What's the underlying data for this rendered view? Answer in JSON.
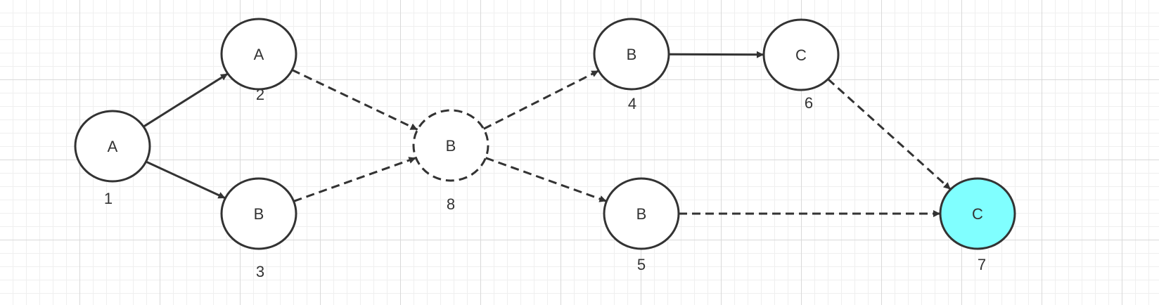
{
  "diagram": {
    "nodes": [
      {
        "id": "1",
        "label": "A",
        "number": "1",
        "style": "solid",
        "fill": "#ffffff"
      },
      {
        "id": "2",
        "label": "A",
        "number": "2",
        "style": "solid",
        "fill": "#ffffff"
      },
      {
        "id": "3",
        "label": "B",
        "number": "3",
        "style": "solid",
        "fill": "#ffffff"
      },
      {
        "id": "8",
        "label": "B",
        "number": "8",
        "style": "dashed",
        "fill": "#ffffff"
      },
      {
        "id": "4",
        "label": "B",
        "number": "4",
        "style": "solid",
        "fill": "#ffffff"
      },
      {
        "id": "5",
        "label": "B",
        "number": "5",
        "style": "solid",
        "fill": "#ffffff"
      },
      {
        "id": "6",
        "label": "C",
        "number": "6",
        "style": "solid",
        "fill": "#ffffff"
      },
      {
        "id": "7",
        "label": "C",
        "number": "7",
        "style": "solid",
        "fill": "#80ffff"
      }
    ],
    "edges": [
      {
        "from": "1",
        "to": "2",
        "style": "solid"
      },
      {
        "from": "1",
        "to": "3",
        "style": "solid"
      },
      {
        "from": "2",
        "to": "8",
        "style": "dashed"
      },
      {
        "from": "3",
        "to": "8",
        "style": "dashed"
      },
      {
        "from": "8",
        "to": "4",
        "style": "dashed"
      },
      {
        "from": "8",
        "to": "5",
        "style": "dashed"
      },
      {
        "from": "4",
        "to": "6",
        "style": "solid"
      },
      {
        "from": "6",
        "to": "7",
        "style": "dashed"
      },
      {
        "from": "5",
        "to": "7",
        "style": "dashed"
      }
    ],
    "colors": {
      "stroke": "#333333",
      "highlight": "#80ffff"
    }
  }
}
